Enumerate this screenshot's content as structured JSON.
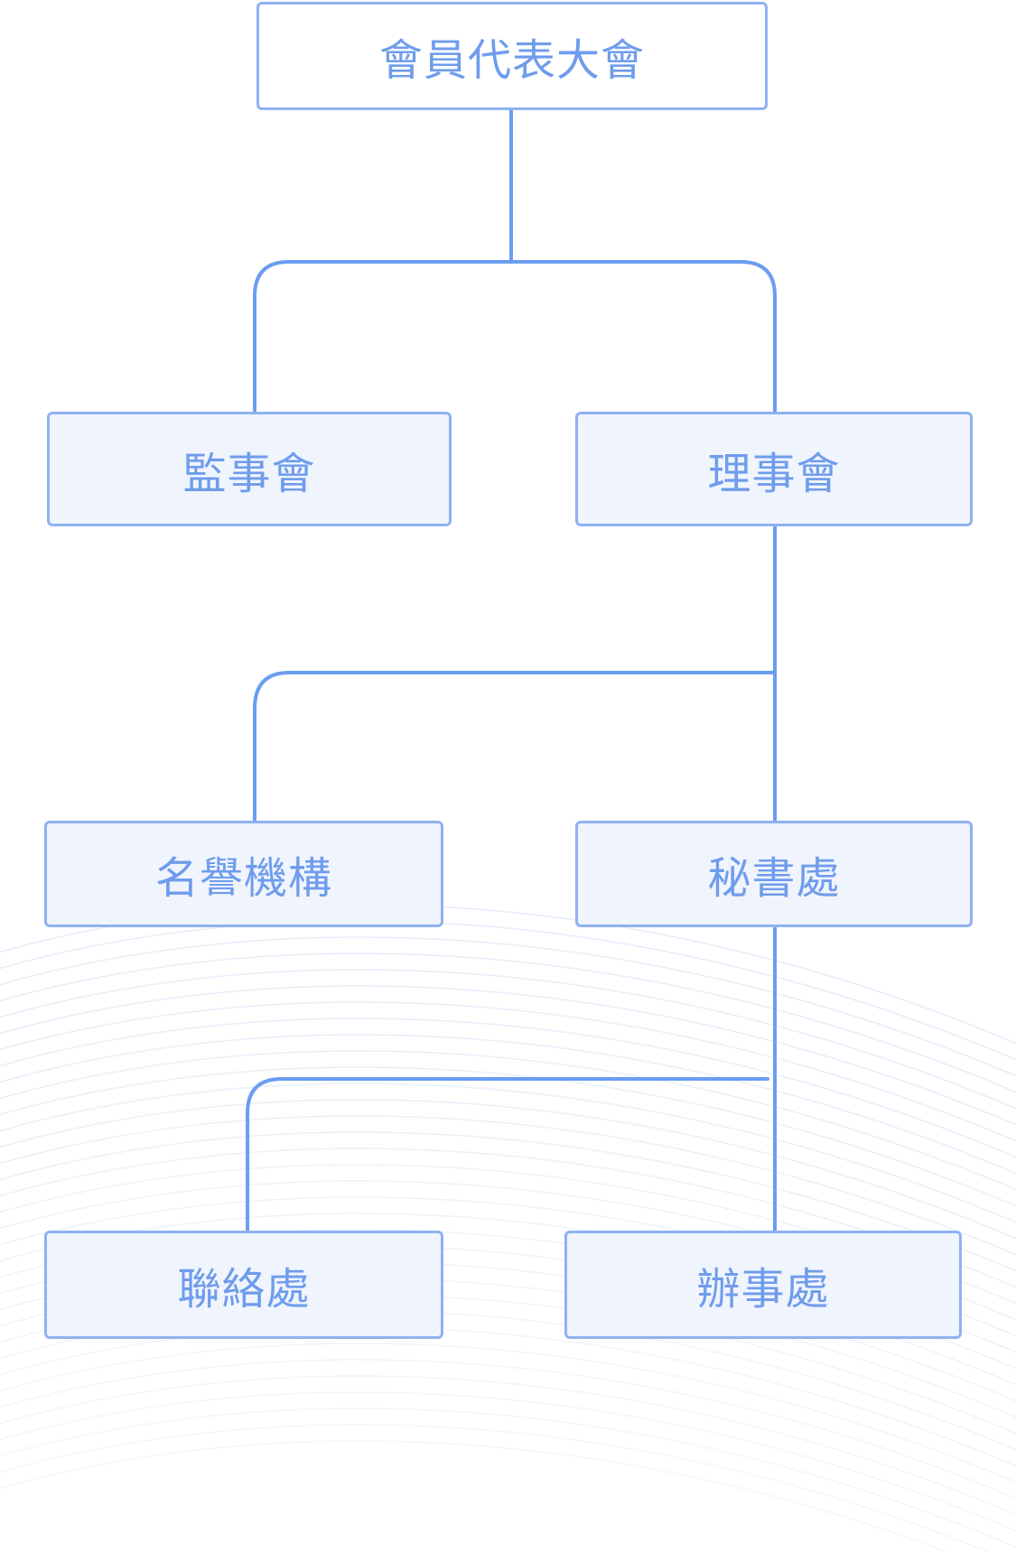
{
  "org_chart": {
    "root": {
      "label": "會員代表大會"
    },
    "level1": [
      {
        "label": "監事會"
      },
      {
        "label": "理事會"
      }
    ],
    "level2": [
      {
        "label": "名譽機構"
      },
      {
        "label": "秘書處"
      }
    ],
    "level3": [
      {
        "label": "聯絡處"
      },
      {
        "label": "辦事處"
      }
    ]
  },
  "colors": {
    "line": "#6b9df2",
    "box_border": "#8fb2f0",
    "box_fill": "#eff4fd",
    "text": "#6f9cec"
  }
}
